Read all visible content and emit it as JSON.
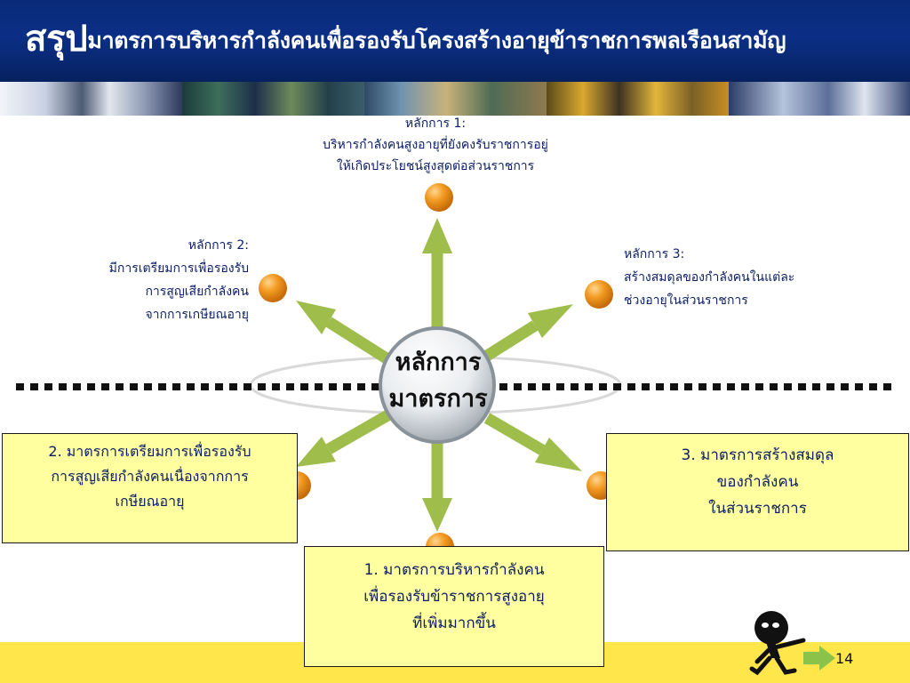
{
  "header": {
    "title_lead": "สรุป",
    "title_rest": "มาตรการบริหารกำลังคนเพื่อรองรับโครงสร้างอายุข้าราชการพลเรือนสามัญ"
  },
  "hub": {
    "line1": "หลักการ",
    "line2": "มาตรการ"
  },
  "principles": {
    "p1": {
      "heading": "หลักการ 1:",
      "line1": "บริหารกำลังคนสูงอายุที่ยังคงรับราชการอยู่",
      "line2": "ให้เกิดประโยชน์สูงสุดต่อส่วนราชการ"
    },
    "p2": {
      "heading": "หลักการ 2:",
      "line1": "มีการเตรียมการเพื่อรองรับ",
      "line2": "การสูญเสียกำลังคน",
      "line3": "จากการเกษียณอายุ"
    },
    "p3": {
      "heading": "หลักการ 3:",
      "line1": "สร้างสมดุลของกำลังคนในแต่ละ",
      "line2": "ช่วงอายุในส่วนราชการ"
    }
  },
  "measures": {
    "m1": {
      "line1": "1. มาตรการบริหารกำลังคน",
      "line2": "เพื่อรองรับข้าราชการสูงอายุ",
      "line3": "ที่เพิ่มมากขึ้น"
    },
    "m2": {
      "line1": "2. มาตรการเตรียมการเพื่อรองรับ",
      "line2": "การสูญเสียกำลังคนเนื่องจากการ",
      "line3": "เกษียณอายุ"
    },
    "m3": {
      "line1": "3. มาตรการสร้างสมดุล",
      "line2": "ของกำลังคน",
      "line3": "ในส่วนราชการ"
    }
  },
  "footer": {
    "page_number": "14"
  },
  "colors": {
    "header_bg": "#0b2f86",
    "arrow": "#9ebd4a",
    "node": "#f39b22",
    "box_bg": "#ffff9f",
    "label_text": "#0b1e66",
    "band": "#ffe64a",
    "next_arrow": "#8bc34a"
  },
  "icons": [
    "next-slide-arrow-icon",
    "mascot-figure-icon"
  ]
}
